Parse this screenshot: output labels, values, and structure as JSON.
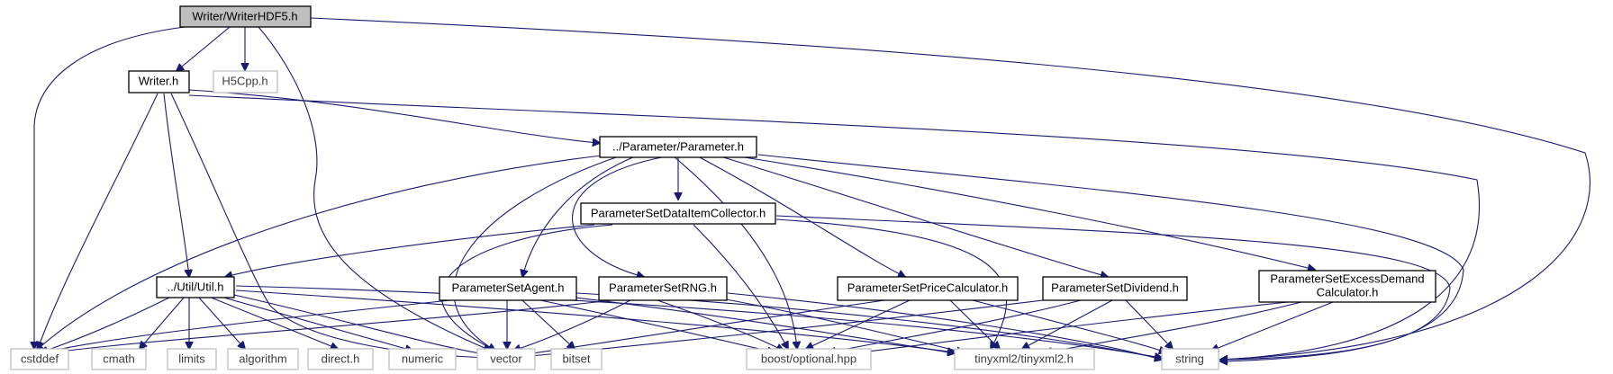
{
  "nodes": {
    "writer_hdf5": "Writer/WriterHDF5.h",
    "writer": "Writer.h",
    "h5cpp": "H5Cpp.h",
    "parameter": "../Parameter/Parameter.h",
    "dataitemcollector": "ParameterSetDataItemCollector.h",
    "util": "../Util/Util.h",
    "agent": "ParameterSetAgent.h",
    "rng": "ParameterSetRNG.h",
    "pricecalculator": "ParameterSetPriceCalculator.h",
    "dividend": "ParameterSetDividend.h",
    "excessdemand_line1": "ParameterSetExcessDemand",
    "excessdemand_line2": "Calculator.h",
    "cstddef": "cstddef",
    "cmath": "cmath",
    "limits": "limits",
    "algorithm": "algorithm",
    "direct": "direct.h",
    "numeric": "numeric",
    "vector": "vector",
    "bitset": "bitset",
    "boost_optional": "boost/optional.hpp",
    "tinyxml2": "tinyxml2/tinyxml2.h",
    "string": "string"
  },
  "colors": {
    "edge": "#191970",
    "main_fill": "#bfbfbf",
    "external_border": "#bfbfbf",
    "node_border": "#000000"
  }
}
